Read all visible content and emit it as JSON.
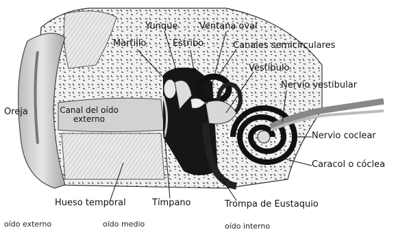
{
  "labels": {
    "yunque": "Yunque",
    "ventana_oval": "Ventana oval",
    "martillo": "Martillo",
    "estribo": "Estribo",
    "canales": "Canales semicirculares",
    "vestibulo": "Vestíbulo",
    "nervio_vestibular": "Nervio vestibular",
    "oreja": "Oreja",
    "canal_line1": "Canal del oído",
    "canal_line2": "externo",
    "nervio_coclear": "Nervio coclear",
    "caracol": "Caracol o cóclea",
    "hueso_temporal": "Hueso temporal",
    "timpano": "Tímpano",
    "trompa": "Trompa de Eustaquio"
  },
  "regions": {
    "externo": "oído externo",
    "medio": "oído medio",
    "interno": "oído interno"
  }
}
